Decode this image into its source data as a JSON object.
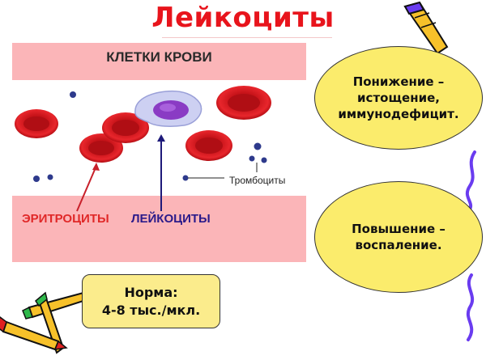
{
  "slide": {
    "title": "Лейкоциты"
  },
  "figure": {
    "heading": "КЛЕТКИ КРОВИ",
    "labels": {
      "erythrocytes": "ЭРИТРОЦИТЫ",
      "leukocytes": "ЛЕЙКОЦИТЫ",
      "thrombocytes": "Тромбоциты"
    },
    "colors": {
      "band": "#fbb5b8",
      "erythrocyte": "#d4121a",
      "leukocyte_cell": "#c9ccf0",
      "leukocyte_nucleus": "#8a3bc4",
      "platelet": "#2e3a8c"
    }
  },
  "callouts": {
    "decrease": {
      "line1": "Понижение –",
      "line2": "истощение,",
      "line3": "иммунодефицит."
    },
    "increase": {
      "line1": "Повышение –",
      "line2": "воспаление."
    },
    "norm": {
      "line1": "Норма:",
      "line2": "4-8 тыс./мкл."
    }
  },
  "colors": {
    "title": "#e8141c",
    "ellipse_fill": "#fbec6c",
    "norm_fill": "#fbec8c",
    "squiggle": "#6a3cf0"
  }
}
